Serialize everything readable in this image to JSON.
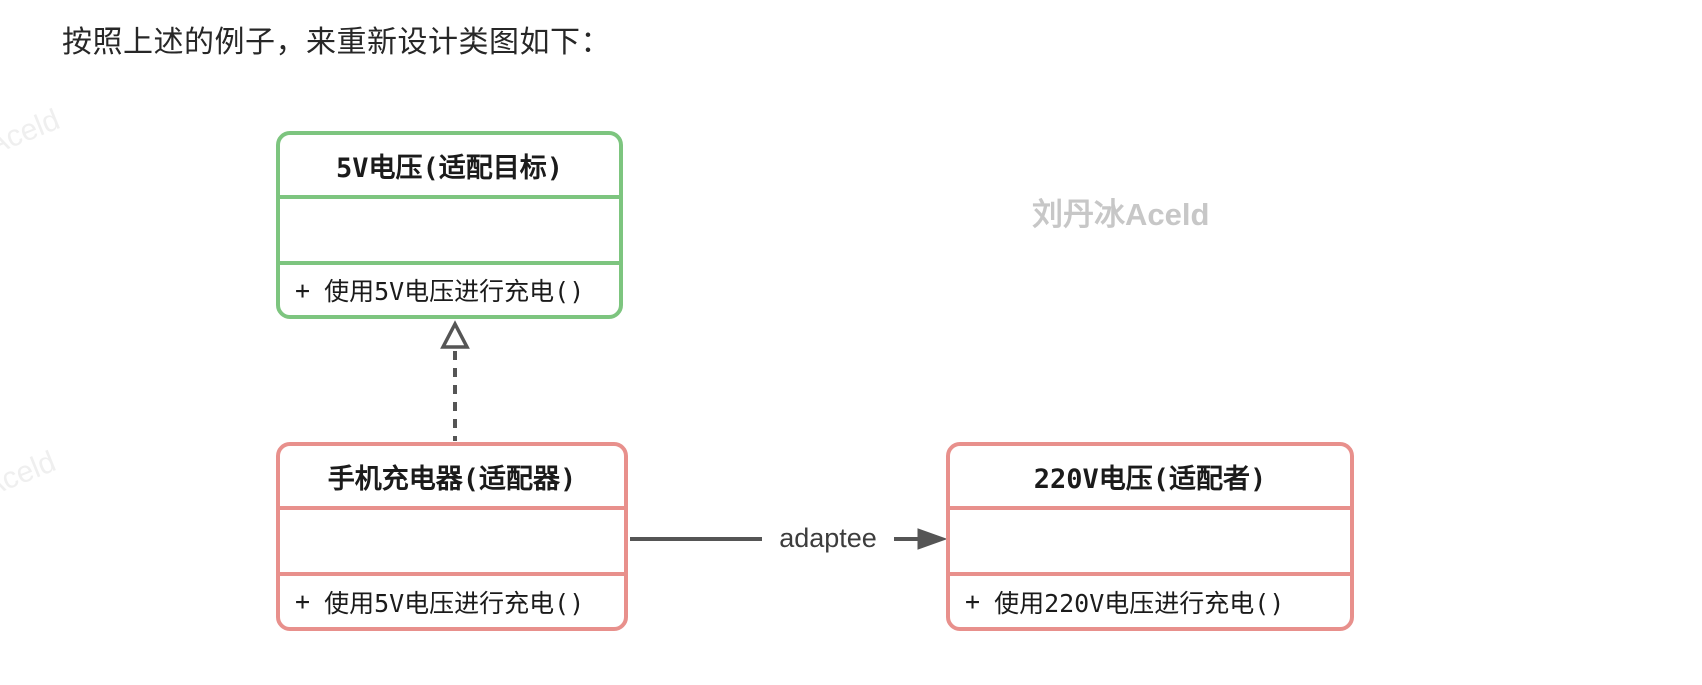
{
  "heading": "按照上述的例子，来重新设计类图如下：",
  "watermarks": {
    "center": "刘丹冰Aceld",
    "corner_top_left": "Aceld",
    "corner_middle_left": "Aceld"
  },
  "diagram": {
    "classes": [
      {
        "title": "5V电压(适配目标)",
        "attributes": "",
        "method_visibility": "+",
        "method_signature": "使用5V电压进行充电()",
        "border_color": "#7dc57f"
      },
      {
        "title": "手机充电器(适配器)",
        "attributes": "",
        "method_visibility": "+",
        "method_signature": "使用5V电压进行充电()",
        "border_color": "#e8908c"
      },
      {
        "title": "220V电压(适配者)",
        "attributes": "",
        "method_visibility": "+",
        "method_signature": "使用220V电压进行充电()",
        "border_color": "#e8908c"
      }
    ],
    "relations": {
      "realization": {
        "from": "手机充电器(适配器)",
        "to": "5V电压(适配目标)",
        "label": "",
        "style": "dashed-hollow-triangle"
      },
      "association": {
        "from": "手机充电器(适配器)",
        "to": "220V电压(适配者)",
        "label": "adaptee",
        "style": "solid-filled-arrow"
      }
    },
    "arrow_color": "#555555"
  }
}
